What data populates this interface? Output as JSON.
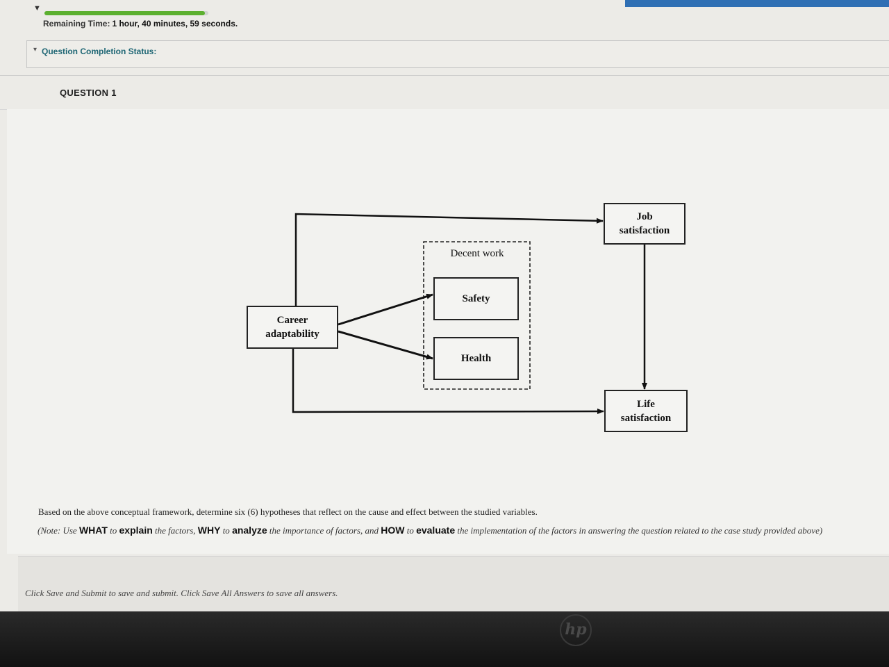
{
  "assessment": {
    "timer_label": "Remaining Time:",
    "timer_value": "1 hour, 40 minutes, 59 seconds.",
    "progress_fraction": 0.98,
    "status_label": "Question Completion Status:"
  },
  "question": {
    "title": "QUESTION 1",
    "diagram": {
      "group_label": "Decent work",
      "nodes": {
        "career": "Career\nadaptability",
        "safety": "Safety",
        "health": "Health",
        "job": "Job\nsatisfaction",
        "life": "Life\nsatisfaction"
      }
    },
    "prompt": "Based on the above conceptual framework, determine six (6) hypotheses that reflect on the cause and effect between the studied variables.",
    "note": {
      "open": "(Note: Use",
      "what": "WHAT",
      "to1": "to",
      "explain": "explain",
      "t1": "the factors,",
      "why": "WHY",
      "to2": "to",
      "analyze": "analyze",
      "t2": "the importance of factors, and",
      "how": "HOW",
      "to3": "to",
      "evaluate": "evaluate",
      "t3": "the implementation of the factors in answering the question related to the case study provided above)"
    }
  },
  "footer": {
    "hint": "Click Save and Submit to save and submit. Click Save All Answers to save all answers."
  },
  "device": {
    "brand_logo": "hp"
  },
  "colors": {
    "accent_blue": "#2f6fb4",
    "progress_green": "#5cb030",
    "status_link": "#1e6674"
  }
}
